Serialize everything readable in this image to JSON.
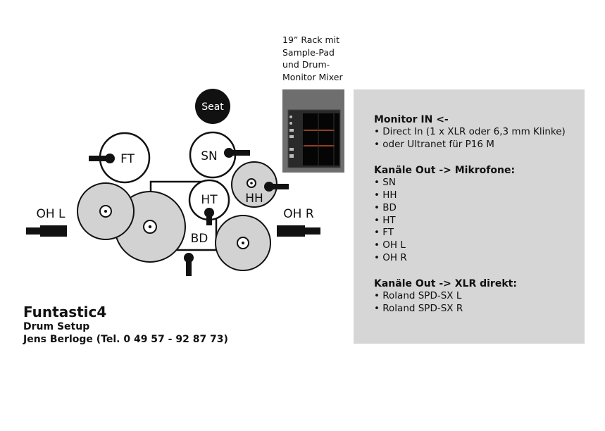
{
  "diagram": {
    "seat": "Seat",
    "ft": "FT",
    "sn": "SN",
    "hh": "HH",
    "ht": "HT",
    "bd": "BD",
    "oh_l": "OH L",
    "oh_r": "OH R"
  },
  "rack": {
    "caption": [
      "19” Rack mit",
      "Sample-Pad",
      "und Drum-",
      "Monitor Mixer"
    ]
  },
  "panel": {
    "sections": [
      {
        "heading": "Monitor IN <-",
        "items": [
          "Direct In (1 x XLR oder 6,3 mm Klinke)",
          "oder Ultranet für P16 M"
        ]
      },
      {
        "heading": "Kanäle Out -> Mikrofone:",
        "items": [
          "SN",
          "HH",
          "BD",
          "HT",
          "FT",
          "OH L",
          "OH R"
        ]
      },
      {
        "heading": "Kanäle Out -> XLR direkt:",
        "items": [
          "Roland SPD-SX L",
          "Roland SPD-SX R"
        ]
      }
    ]
  },
  "footer": {
    "title": "Funtastic4",
    "subtitle": "Drum Setup",
    "contact": "Jens Berloge (Tel. 0 49 57 - 92 87 73)"
  },
  "colors": {
    "cymbal": "#d2d2d2",
    "panel": "#d6d6d6",
    "ink": "#111111"
  }
}
